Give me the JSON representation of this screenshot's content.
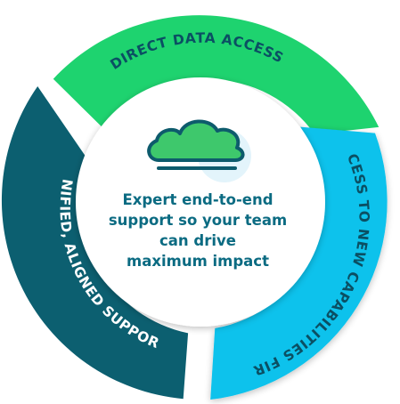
{
  "segments": [
    {
      "id": "top",
      "label": "DIRECT DATA ACCESS",
      "color": "#1ed36f",
      "text_color": "#0b4f63"
    },
    {
      "id": "right",
      "label": "ACCESS TO NEW CAPABILITIES FIRST",
      "color": "#08c2ec",
      "text_color": "#0b4f63"
    },
    {
      "id": "left",
      "label": "UNIFIED, ALIGNED SUPPORT",
      "color": "#0c5f70",
      "text_color": "#ffffff"
    }
  ],
  "center": {
    "lines": [
      "Expert end-to-end",
      "support so your team",
      "can drive",
      "maximum impact"
    ],
    "text_color": "#0b6b82"
  },
  "icon": {
    "name": "cloud-icon",
    "fill": "#3ec86c",
    "stroke": "#0d5b6c"
  }
}
